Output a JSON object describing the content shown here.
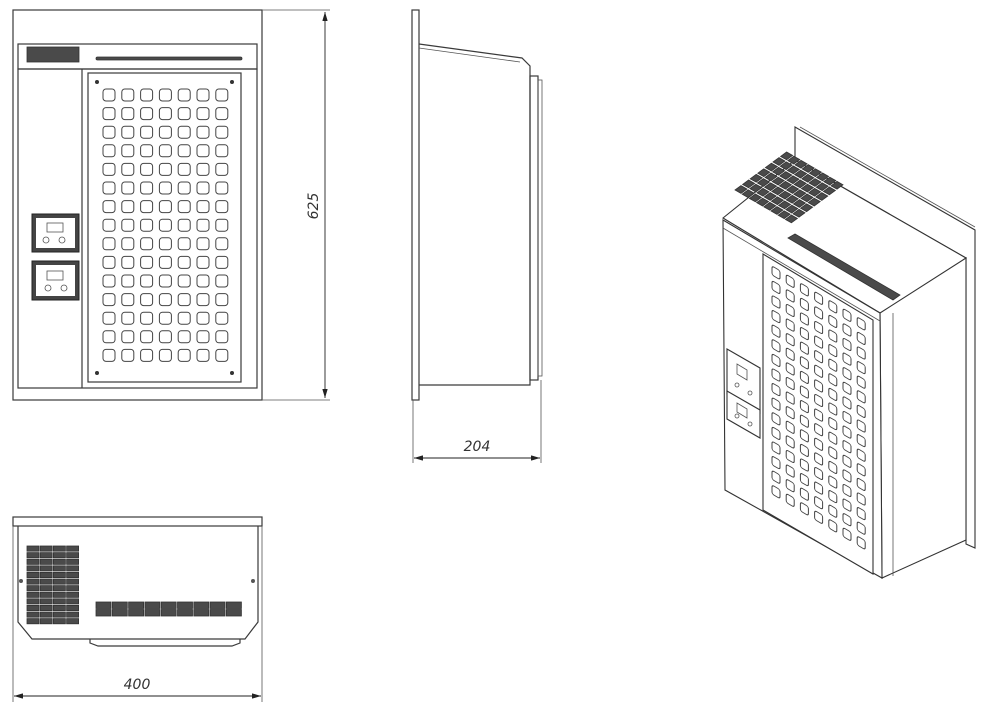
{
  "dimensions": {
    "height_label": "625",
    "depth_label": "204",
    "width_label": "400"
  }
}
